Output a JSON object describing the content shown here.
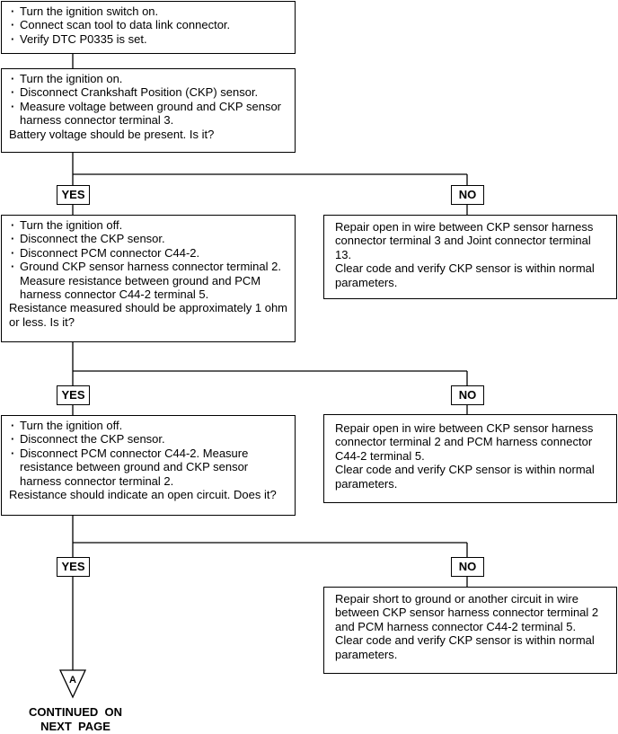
{
  "step1": {
    "items": [
      "Turn the ignition switch on.",
      "Connect scan tool to data link connector.",
      " Verify DTC P0335 is set."
    ]
  },
  "step2": {
    "items": [
      "Turn the ignition on.",
      "Disconnect Crankshaft Position (CKP) sensor.",
      "Measure voltage between ground and CKP sensor harness connector terminal 3."
    ],
    "question": "Battery voltage should be present. Is it?"
  },
  "step3": {
    "items": [
      "Turn the ignition off.",
      "Disconnect the CKP sensor.",
      "Disconnect PCM connector C44-2.",
      "Ground CKP sensor harness connector terminal 2. Measure resistance between ground and PCM harness connector C44-2 terminal 5."
    ],
    "question": "Resistance measured should be approximately 1 ohm or less. Is it?"
  },
  "step4": {
    "items": [
      "Turn the ignition off.",
      "Disconnect the CKP sensor.",
      "Disconnect PCM connector C44-2. Measure resistance between ground and CKP sensor harness connector terminal 2."
    ],
    "question": "Resistance should indicate an open circuit. Does it?"
  },
  "repair1": {
    "text1": "Repair open in wire between CKP sensor harness connector terminal 3 and Joint connector terminal 13.",
    "text2": "Clear code and verify CKP sensor is within normal parameters."
  },
  "repair2": {
    "text1": "Repair open in wire between CKP sensor harness connector terminal 2 and PCM harness connector C44-2 terminal 5.",
    "text2": "Clear code and verify CKP sensor is within normal parameters."
  },
  "repair3": {
    "text1": "Repair short to ground or another circuit in wire between CKP sensor harness connector terminal 2 and PCM harness connector C44-2 terminal 5.",
    "text2": "Clear code and verify CKP sensor is within normal parameters."
  },
  "labels": {
    "yes": "YES",
    "no": "NO"
  },
  "connector": {
    "letter": "A"
  },
  "footer": {
    "line1": "CONTINUED  ON",
    "line2": "NEXT  PAGE"
  }
}
